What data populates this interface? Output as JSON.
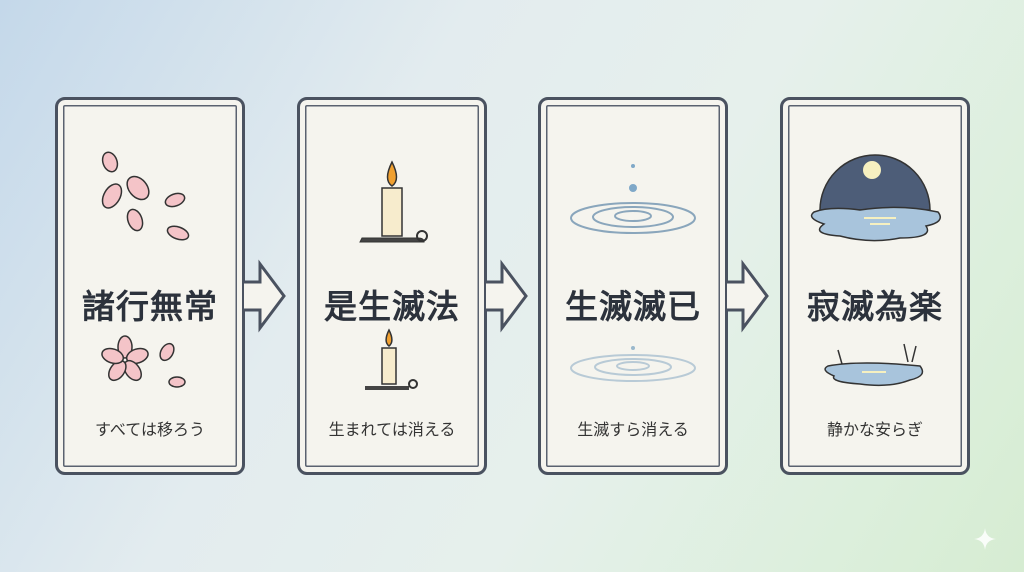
{
  "cards": [
    {
      "title": "諸行無常",
      "subtitle": "すべては移ろう",
      "icon": "cherry-blossom-icon"
    },
    {
      "title": "是生滅法",
      "subtitle": "生まれては消える",
      "icon": "candle-icon"
    },
    {
      "title": "生滅滅已",
      "subtitle": "生滅すら消える",
      "icon": "water-ripple-icon"
    },
    {
      "title": "寂滅為楽",
      "subtitle": "静かな安らぎ",
      "icon": "moon-pond-icon"
    }
  ],
  "colors": {
    "frame": "#4a5260",
    "card": "#f5f4ee",
    "petal": "#f4c4c8",
    "flame": "#f0a030"
  }
}
